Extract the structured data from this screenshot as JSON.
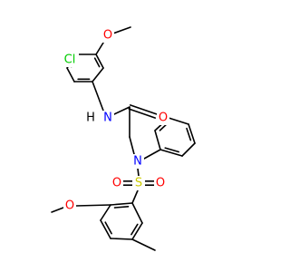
{
  "molecule": {
    "colors": {
      "bond": "#000000",
      "O": "#ff0000",
      "N": "#0000ff",
      "Cl": "#00cc00",
      "S": "#cccc00",
      "H": "#000000"
    },
    "labels": {
      "methoxy_O_top": "O",
      "chloro": "Cl",
      "amide_NH": "N",
      "amide_H": "H",
      "carbonyl_O": "O",
      "sulfonamide_N": "N",
      "sulfonyl_S": "S",
      "sulfonyl_O_left": "O",
      "sulfonyl_O_right": "O",
      "methoxy_O_bottom": "O"
    }
  }
}
